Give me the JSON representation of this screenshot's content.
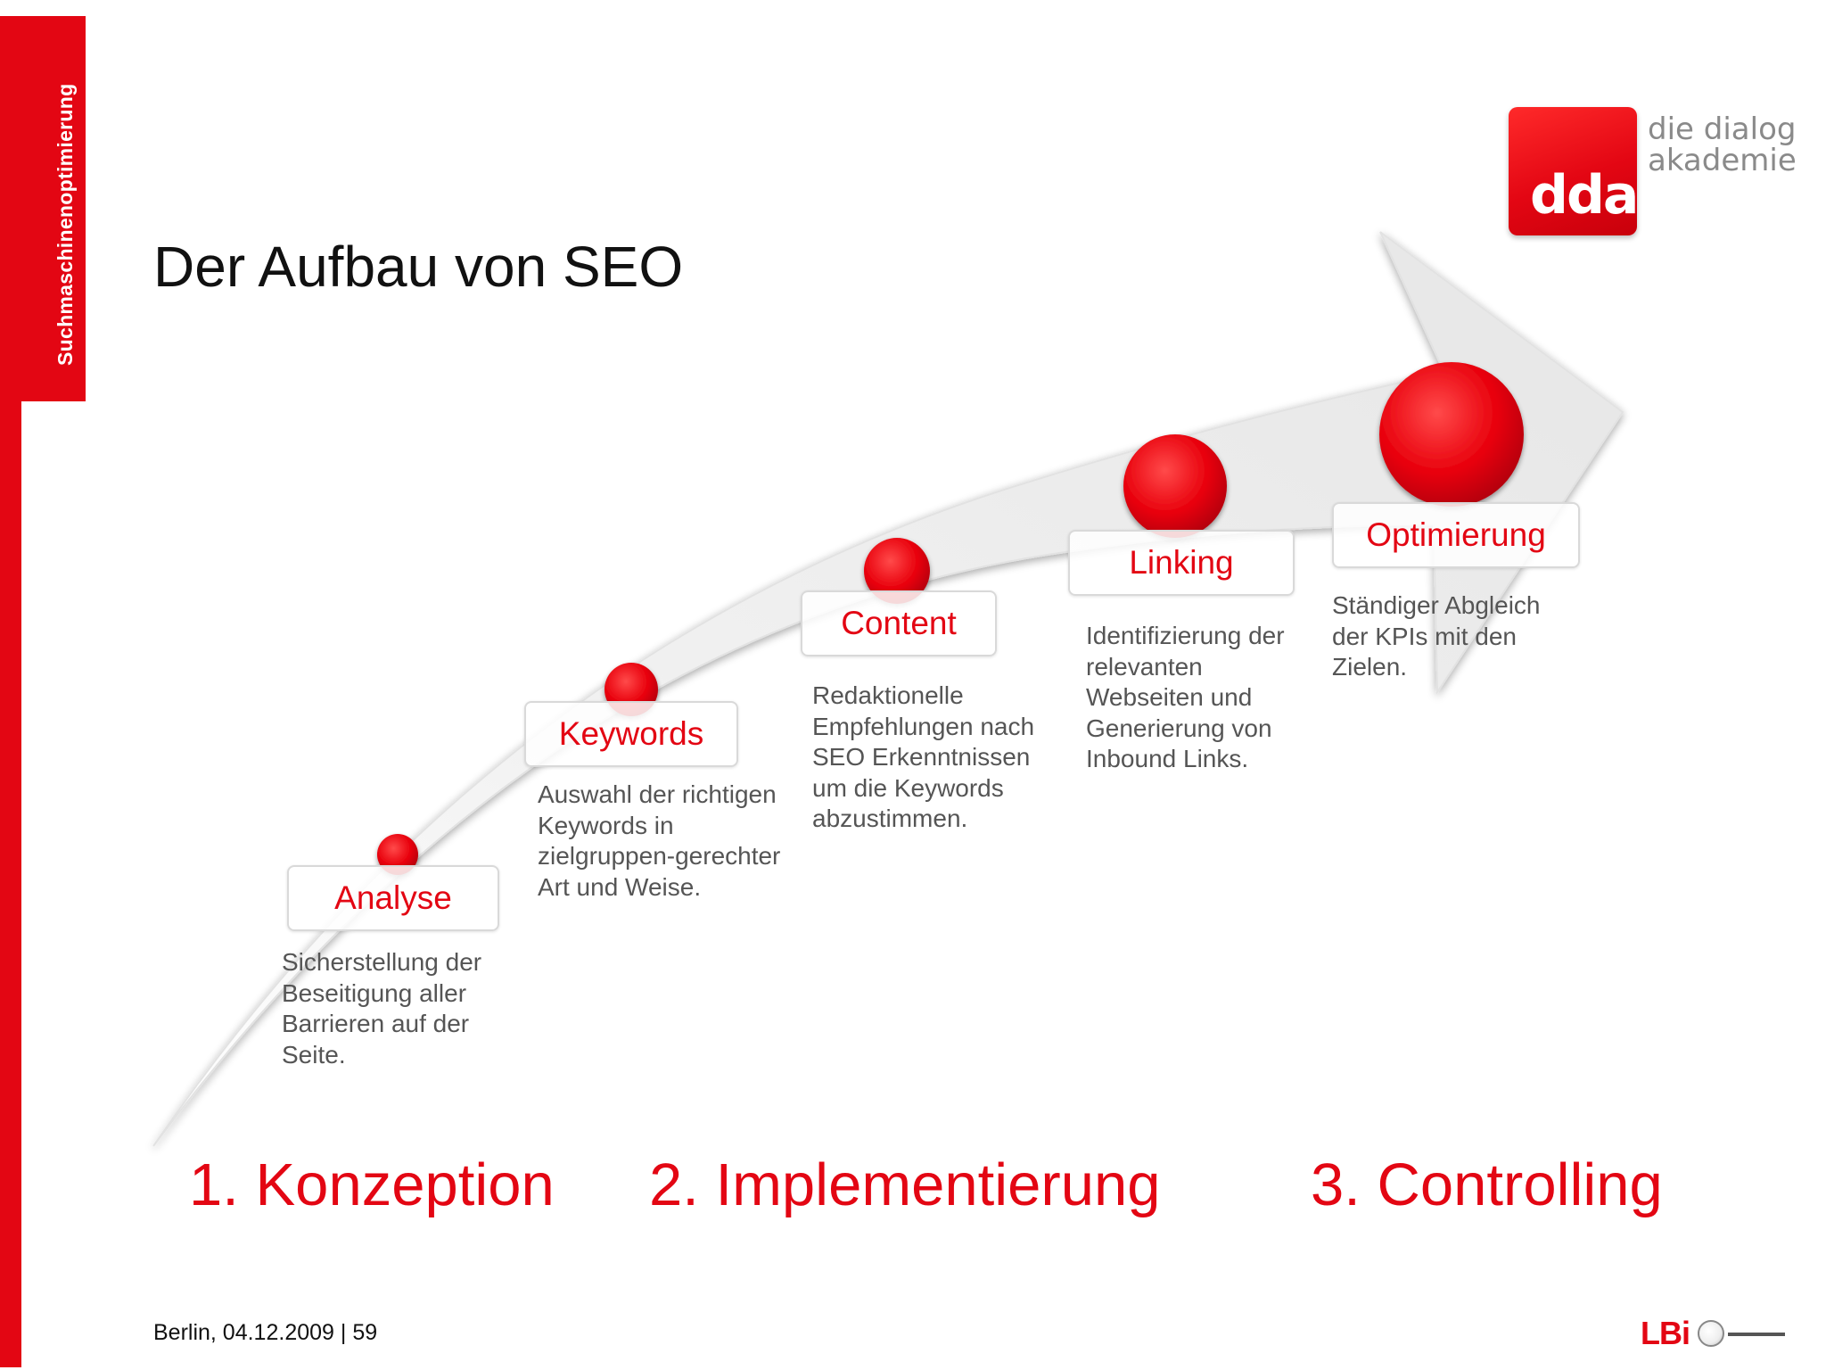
{
  "sidebar": {
    "tab_text": "Suchmaschinenoptimierung"
  },
  "title": "Der Aufbau von SEO",
  "logo": {
    "box_text": "dda",
    "line1": "die dialog",
    "line2": "akademie"
  },
  "steps": [
    {
      "label": "Analyse",
      "description": "Sicherstellung der\nBeseitigung aller\nBarrieren auf der\nSeite."
    },
    {
      "label": "Keywords",
      "description": "Auswahl der richtigen\nKeywords in\nzielgruppen-gerechter\nArt und Weise."
    },
    {
      "label": "Content",
      "description": "Redaktionelle\nEmpfehlungen nach\nSEO Erkenntnissen\num die Keywords\nabzustimmen."
    },
    {
      "label": "Linking",
      "description": "Identifizierung der\nrelevanten\nWebseiten und\nGenerierung von\nInbound Links."
    },
    {
      "label": "Optimierung",
      "description": "Ständiger Abgleich\nder KPIs mit den\nZielen."
    }
  ],
  "phases": [
    "1. Konzeption",
    "2. Implementierung",
    "3. Controlling"
  ],
  "footer": "Berlin, 04.12.2009 | 59",
  "footer_logo": "LBi",
  "colors": {
    "accent": "#e30613",
    "text": "#111111",
    "description": "#555555",
    "logo_gray": "#8a8a8a"
  }
}
